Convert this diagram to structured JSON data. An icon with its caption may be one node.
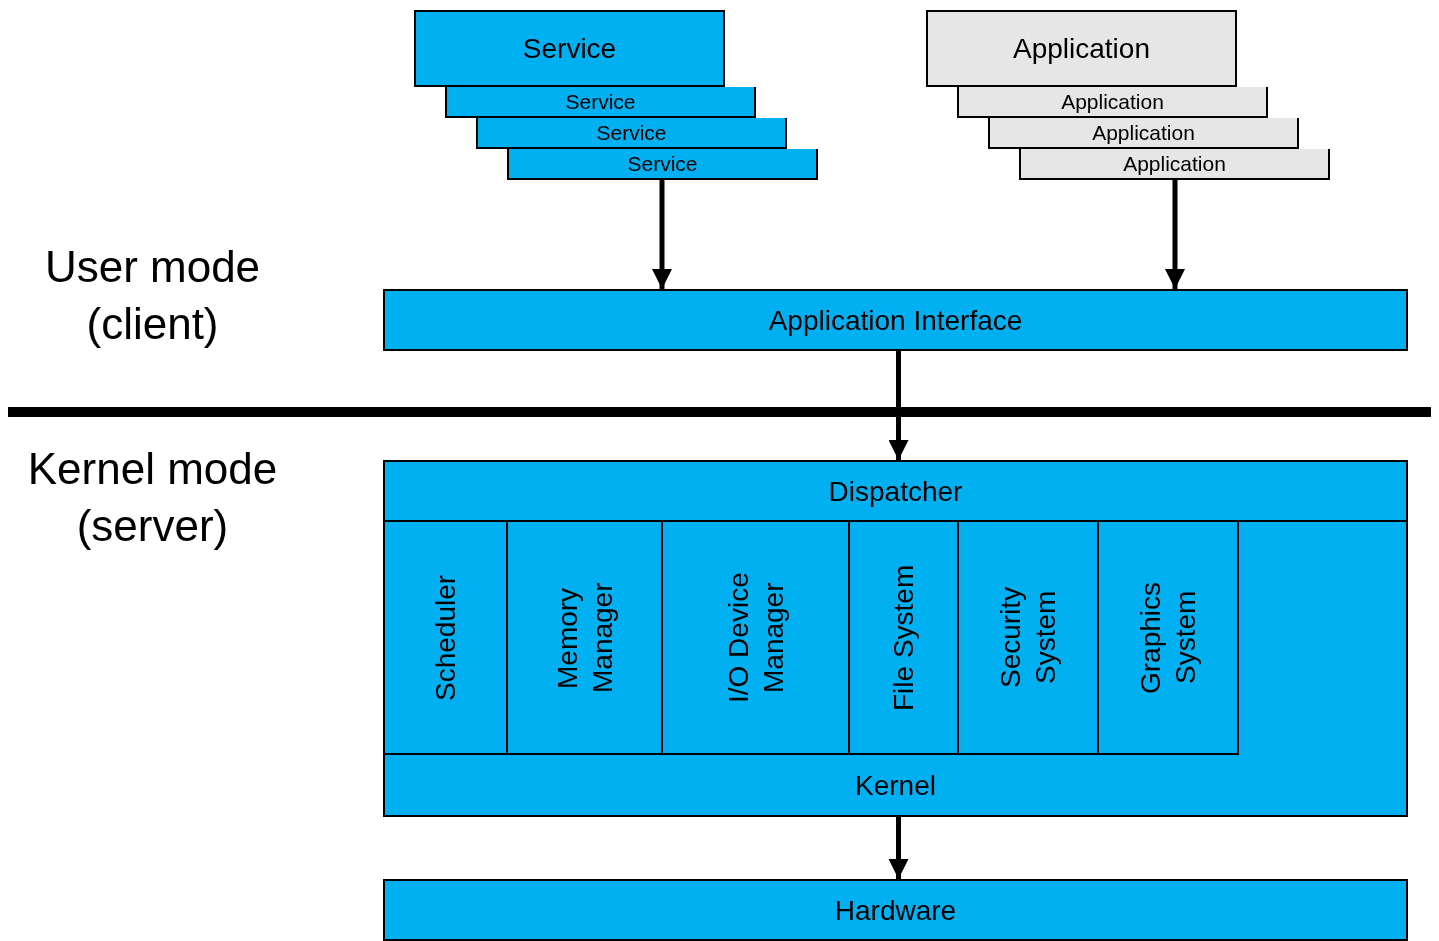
{
  "diagram": {
    "nodes": [
      {
        "text": [
          "Service"
        ]
      },
      {
        "text": [
          "Service"
        ]
      },
      {
        "text": [
          "Service"
        ]
      },
      {
        "text": [
          "Service"
        ]
      },
      {
        "text": [
          "Application"
        ]
      },
      {
        "text": [
          "Application"
        ]
      },
      {
        "text": [
          "Application"
        ]
      },
      {
        "text": [
          "Application"
        ]
      },
      {
        "text": [
          "Application Interface"
        ]
      },
      {
        "text": [
          "Dispatcher"
        ]
      },
      {
        "text": [
          "Scheduler"
        ],
        "in": 16
      },
      {
        "text": [
          "Memory Manager"
        ],
        "in": 16
      },
      {
        "text": [
          "I/O Device Manager"
        ],
        "in": 16
      },
      {
        "text": [
          "File System"
        ],
        "in": 16
      },
      {
        "text": [
          "Security System"
        ],
        "in": 16
      },
      {
        "text": [
          "Graphics System"
        ],
        "in": 16
      },
      {
        "text": [
          "Kernel"
        ]
      },
      {
        "text": [
          "Hardware"
        ]
      }
    ],
    "edges": [
      {
        "from": 3,
        "to": 8,
        "arrow": "to"
      },
      {
        "from": 7,
        "to": 8,
        "arrow": "to"
      },
      {
        "from": 8,
        "to": 9,
        "arrow": "to"
      },
      {
        "from": 16,
        "to": 17,
        "arrow": "to"
      }
    ],
    "labels": [
      "User mode (client)",
      "Kernel mode (server)"
    ]
  }
}
